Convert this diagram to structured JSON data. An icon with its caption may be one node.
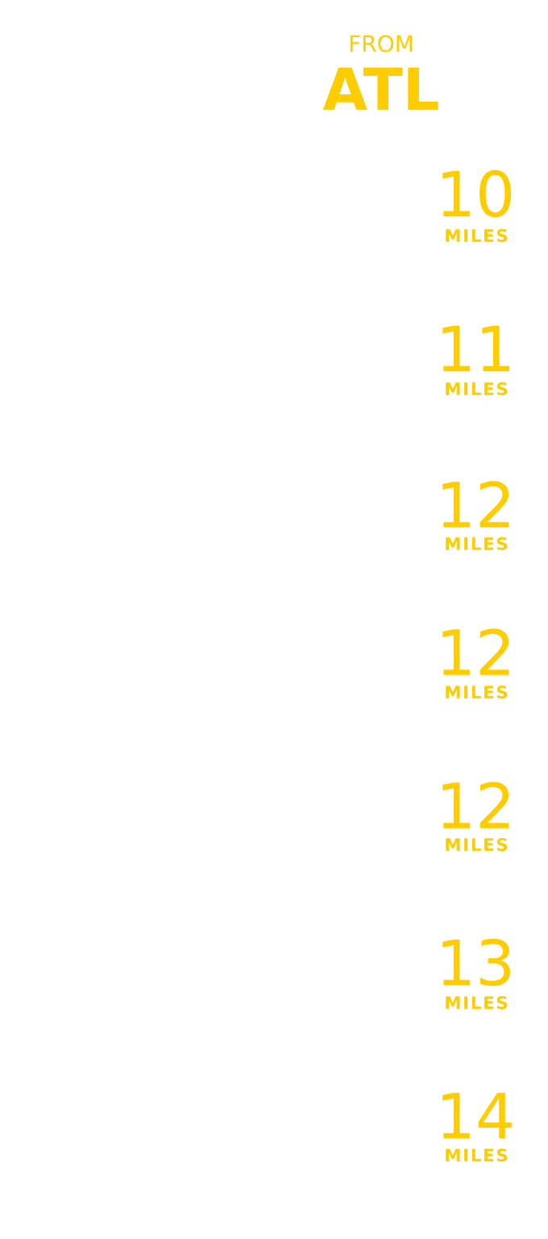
{
  "diagram": {
    "labels": [
      "FROM",
      "ATL",
      "10",
      "MILES",
      "11",
      "MILES",
      "12",
      "MILES",
      "12",
      "MILES",
      "12",
      "MILES",
      "13",
      "MILES",
      "14",
      "MILES"
    ]
  }
}
